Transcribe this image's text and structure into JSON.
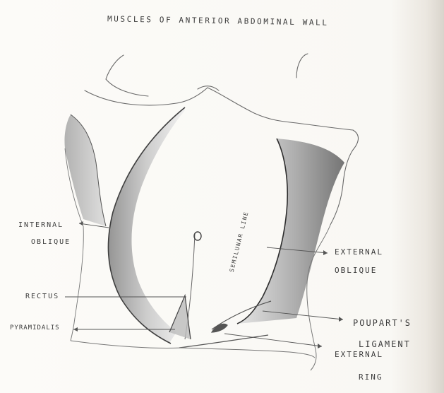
{
  "title": "MUSCLES OF ANTERIOR ABDOMINAL WALL",
  "labels": {
    "internal_oblique": [
      "INTERNAL",
      "OBLIQUE"
    ],
    "rectus": "RECTUS",
    "pyramidalis": "PYRAMIDALIS",
    "semilunar_line": "SEMILUNAR LINE",
    "external_oblique": [
      "EXTERNAL",
      "OBLIQUE"
    ],
    "pouparts_ligament": [
      "POUPART'S",
      "LIGAMENT"
    ],
    "external_ring": [
      "EXTERNAL",
      "RING"
    ]
  },
  "colors": {
    "paper": "#fbfaf7",
    "pencil": "#3c3c3c",
    "shading": "#8a8a8a"
  }
}
